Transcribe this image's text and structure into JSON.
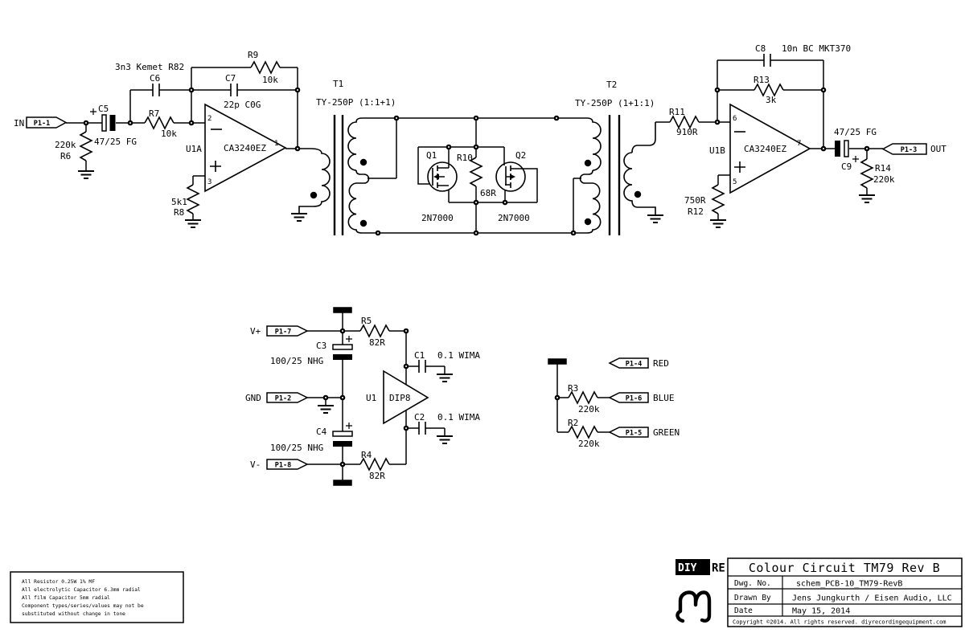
{
  "colors": {
    "ink": "#000000",
    "paper": "#ffffff"
  },
  "schematic": {
    "connectors": {
      "in": {
        "signal": "IN",
        "pin": "P1-1"
      },
      "out": {
        "signal": "OUT",
        "pin": "P1-3"
      },
      "vplus": {
        "signal": "V+",
        "pin": "P1-7"
      },
      "gnd": {
        "signal": "GND",
        "pin": "P1-2"
      },
      "vminus": {
        "signal": "V-",
        "pin": "P1-8"
      },
      "red": {
        "signal": "RED",
        "pin": "P1-4"
      },
      "blue": {
        "signal": "BLUE",
        "pin": "P1-6"
      },
      "green": {
        "signal": "GREEN",
        "pin": "P1-5"
      }
    },
    "resistors": {
      "r2": {
        "ref": "R2",
        "value": "220k"
      },
      "r3": {
        "ref": "R3",
        "value": "220k"
      },
      "r4": {
        "ref": "R4",
        "value": "82R"
      },
      "r5": {
        "ref": "R5",
        "value": "82R"
      },
      "r6": {
        "ref": "R6",
        "value": "220k"
      },
      "r7": {
        "ref": "R7",
        "value": "10k"
      },
      "r8": {
        "ref": "R8",
        "value": "5k1"
      },
      "r9": {
        "ref": "R9",
        "value": "10k"
      },
      "r10": {
        "ref": "R10",
        "value": "68R"
      },
      "r11": {
        "ref": "R11",
        "value": "910R"
      },
      "r12": {
        "ref": "R12",
        "value": "750R"
      },
      "r13": {
        "ref": "R13",
        "value": "3k"
      },
      "r14": {
        "ref": "R14",
        "value": "220k"
      }
    },
    "capacitors": {
      "c1": {
        "ref": "C1",
        "value": "0.1 WIMA"
      },
      "c2": {
        "ref": "C2",
        "value": "0.1 WIMA"
      },
      "c3": {
        "ref": "C3",
        "value": "100/25 NHG"
      },
      "c4": {
        "ref": "C4",
        "value": "100/25 NHG"
      },
      "c5": {
        "ref": "C5",
        "value": "47/25 FG"
      },
      "c6": {
        "ref": "C6",
        "value": "3n3 Kemet R82"
      },
      "c7": {
        "ref": "C7",
        "value": "22p C0G"
      },
      "c8": {
        "ref": "C8",
        "value": "10n BC MKT370"
      },
      "c9": {
        "ref": "C9",
        "value": "47/25 FG"
      }
    },
    "transistors": {
      "q1": {
        "ref": "Q1",
        "part": "2N7000"
      },
      "q2": {
        "ref": "Q2",
        "part": "2N7000"
      }
    },
    "ics": {
      "u1a": {
        "ref": "U1A",
        "part": "CA3240EZ",
        "pin_inv": "2",
        "pin_non": "3",
        "pin_out": "1"
      },
      "u1b": {
        "ref": "U1B",
        "part": "CA3240EZ",
        "pin_inv": "6",
        "pin_non": "5",
        "pin_out": "7"
      },
      "u1": {
        "ref": "U1",
        "part": "DIP8"
      }
    },
    "transformers": {
      "t1": {
        "ref": "T1",
        "part": "TY-250P (1:1+1)"
      },
      "t2": {
        "ref": "T2",
        "part": "TY-250P (1+1:1)"
      }
    }
  },
  "notes": {
    "lines": [
      "All Resistor 0.25W 1% MF",
      "All electrolytic Capacitor 6.3mm radial",
      "All film Capacitor 5mm radial",
      "Component types/series/values may not be",
      "substituted without change in tone"
    ]
  },
  "title_block": {
    "title": "Colour Circuit TM79 Rev B",
    "dwg_label": "Dwg. No.",
    "dwg_value": "schem_PCB-10_TM79-RevB",
    "drawn_label": "Drawn By",
    "drawn_value": "Jens Jungkurth / Eisen Audio, LLC",
    "date_label": "Date",
    "date_value": "May 15, 2014",
    "copyright": "Copyright ©2014.  All rights reserved.  diyrecordingequipment.com"
  },
  "logo": {
    "diy": "DIY",
    "re": "RE"
  }
}
